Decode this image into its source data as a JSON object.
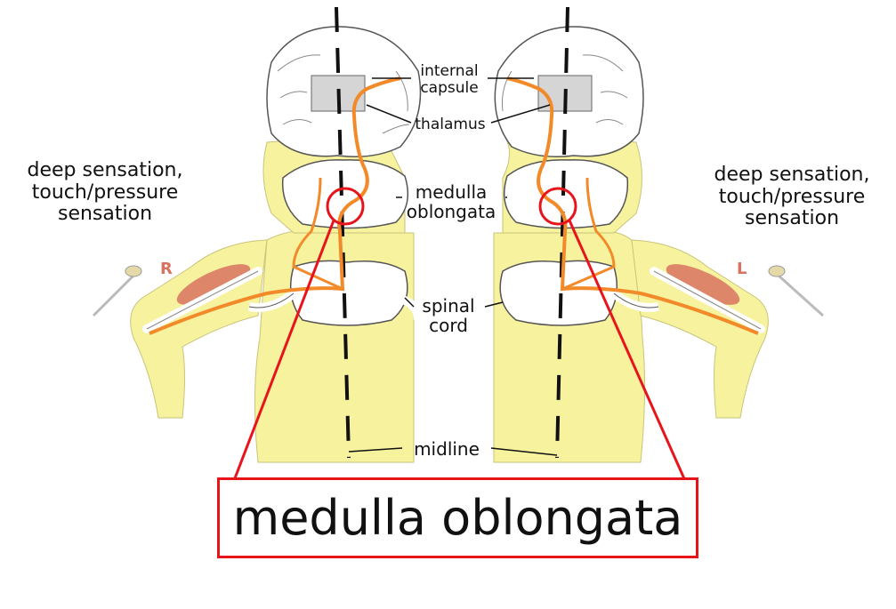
{
  "labels": {
    "deep_sensation_left": [
      "deep sensation,",
      "touch/pressure",
      "sensation"
    ],
    "deep_sensation_right": [
      "deep sensation,",
      "touch/pressure",
      "sensation"
    ],
    "internal_capsule": [
      "internal",
      "capsule"
    ],
    "thalamus": "thalamus",
    "medulla_oblongata": [
      "medulla",
      "oblongata"
    ],
    "spinal_cord": [
      "spinal",
      "cord"
    ],
    "midline": "midline",
    "side_right": "R",
    "side_left": "L",
    "zoom_caption": "medulla oblongata"
  },
  "colors": {
    "body_fill": "#f7f29e",
    "pathway": "#f28a2a",
    "highlight": "#e8141c",
    "muscle": "#d9735f",
    "outline": "#555555"
  }
}
